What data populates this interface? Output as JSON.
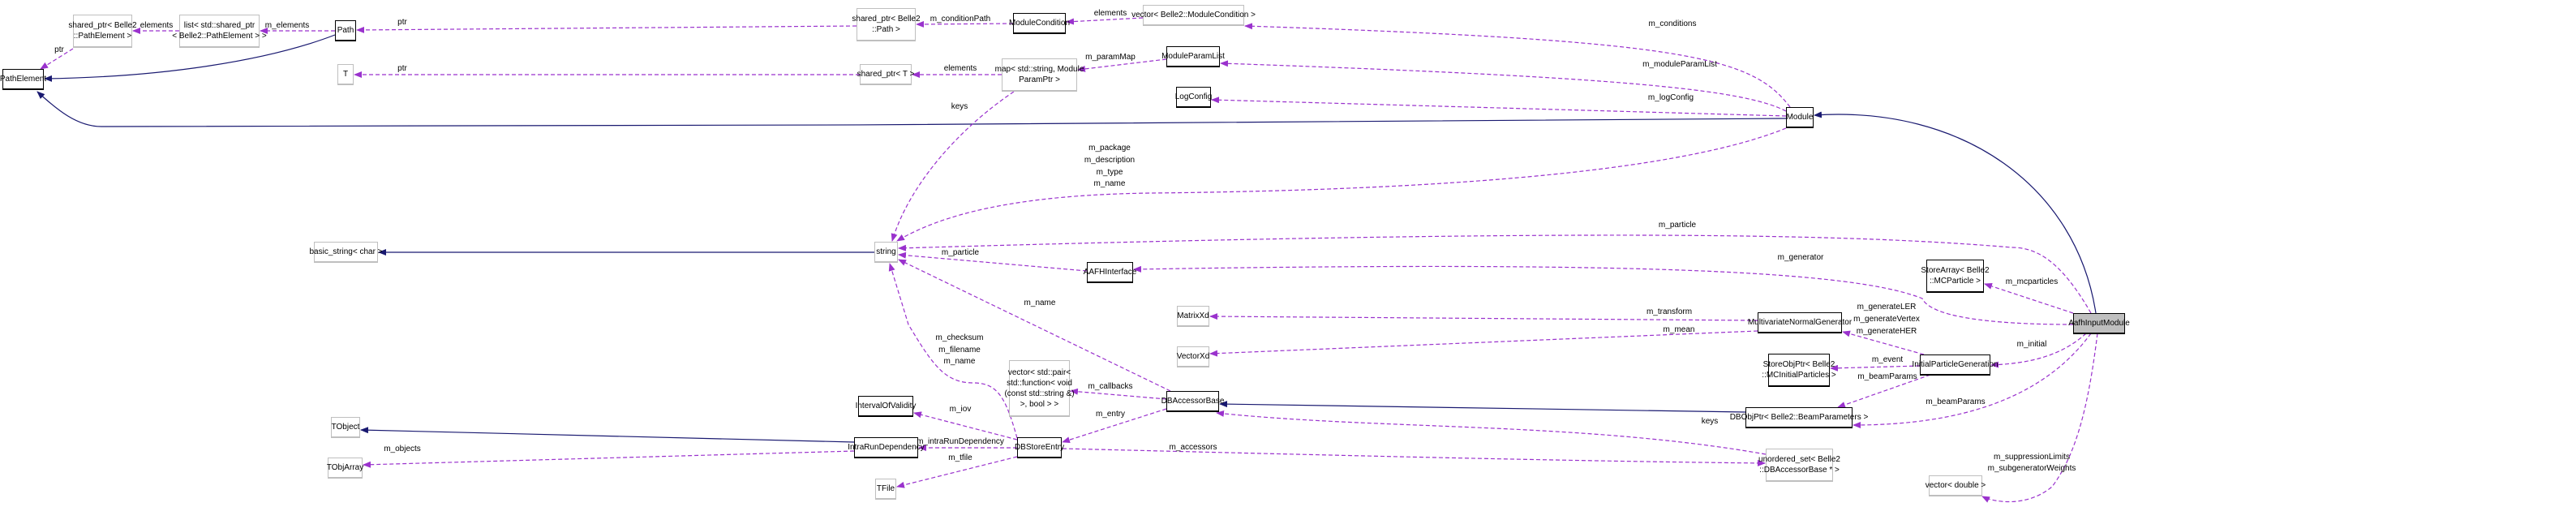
{
  "colors": {
    "usage_edge": "#9a32cd",
    "inheritance_edge": "#191970",
    "current_node_fill": "#bfbfbf",
    "external_node_border": "#bfbfbf"
  },
  "nodes": {
    "path_element": [
      "PathElement"
    ],
    "shared_ptr_pathelement": [
      "shared_ptr< Belle2",
      "::PathElement >"
    ],
    "list_shared_ptr": [
      "list< std::shared_ptr",
      "< Belle2::PathElement > >"
    ],
    "path": [
      "Path"
    ],
    "t": [
      "T"
    ],
    "basic_string": [
      "basic_string< char >"
    ],
    "shared_ptr_path": [
      "shared_ptr< Belle2",
      "::Path >"
    ],
    "module_condition": [
      "ModuleCondition"
    ],
    "vector_module_condition": [
      "vector< Belle2::ModuleCondition >"
    ],
    "shared_ptr_t": [
      "shared_ptr< T >"
    ],
    "map_param": [
      "map< std::string, Module",
      "ParamPtr >"
    ],
    "module_param_list": [
      "ModuleParamList"
    ],
    "log_config": [
      "LogConfig"
    ],
    "string": [
      "string"
    ],
    "module": [
      "Module"
    ],
    "aafh_interface": [
      "AAFHInterface"
    ],
    "matrixxd": [
      "MatrixXd"
    ],
    "vectorxd": [
      "VectorXd"
    ],
    "vector_pair": [
      "vector< std::pair<",
      "std::function< void",
      "(const std::string &)",
      ">, bool > >"
    ],
    "db_accessor_base": [
      "DBAccessorBase"
    ],
    "interval_of_validity": [
      "IntervalOfValidity"
    ],
    "intra_run_dependency": [
      "IntraRunDependency"
    ],
    "db_store_entry": [
      "DBStoreEntry"
    ],
    "tfile": [
      "TFile"
    ],
    "tobject": [
      "TObject"
    ],
    "tobjarray": [
      "TObjArray"
    ],
    "multivariate_normal_generator": [
      "MultivariateNormalGenerator"
    ],
    "store_array_mcparticle": [
      "StoreArray< Belle2",
      "::MCParticle >"
    ],
    "aafh_input_module": [
      "AafhInputModule"
    ],
    "store_obj_ptr": [
      "StoreObjPtr< Belle2",
      "::MCInitialParticles >"
    ],
    "initial_particle_generation": [
      "InitialParticleGeneration"
    ],
    "db_obj_ptr": [
      "DBObjPtr< Belle2::BeamParameters >"
    ],
    "unordered_set": [
      "unordered_set< Belle2",
      "::DBAccessorBase * >"
    ],
    "vector_double": [
      "vector< double >"
    ]
  },
  "edges": {
    "ptr1": [
      "ptr"
    ],
    "elements1": [
      "elements"
    ],
    "m_elements": [
      "m_elements"
    ],
    "ptr2": [
      "ptr"
    ],
    "m_conditionPath": [
      "m_conditionPath"
    ],
    "elements2": [
      "elements"
    ],
    "m_conditions": [
      "m_conditions"
    ],
    "ptr3": [
      "ptr"
    ],
    "elements3": [
      "elements"
    ],
    "m_paramMap": [
      "m_paramMap"
    ],
    "m_moduleParamList": [
      "m_moduleParamList"
    ],
    "m_logConfig": [
      "m_logConfig"
    ],
    "keys1": [
      "keys"
    ],
    "module_strings": [
      "m_package",
      "m_description",
      "m_type",
      "m_name"
    ],
    "m_particle1": [
      "m_particle"
    ],
    "m_particle2": [
      "m_particle"
    ],
    "m_generator": [
      "m_generator"
    ],
    "m_name": [
      "m_name"
    ],
    "dbstore_strings": [
      "m_checksum",
      "m_filename",
      "m_name"
    ],
    "m_transform": [
      "m_transform"
    ],
    "m_mean": [
      "m_mean"
    ],
    "m_callbacks": [
      "m_callbacks"
    ],
    "m_entry": [
      "m_entry"
    ],
    "m_iov": [
      "m_iov"
    ],
    "m_intraRunDependency": [
      "m_intraRunDependency"
    ],
    "m_tfile": [
      "m_tfile"
    ],
    "m_objects": [
      "m_objects"
    ],
    "m_accessors": [
      "m_accessors"
    ],
    "keys2": [
      "keys"
    ],
    "m_mcparticles": [
      "m_mcparticles"
    ],
    "m_initial": [
      "m_initial"
    ],
    "generate_flags": [
      "m_generateLER",
      "m_generateVertex",
      "m_generateHER"
    ],
    "m_event": [
      "m_event"
    ],
    "m_beamParams1": [
      "m_beamParams"
    ],
    "m_beamParams2": [
      "m_beamParams"
    ],
    "vector_double_members": [
      "m_suppressionLimits",
      "m_subgeneratorWeights"
    ]
  }
}
